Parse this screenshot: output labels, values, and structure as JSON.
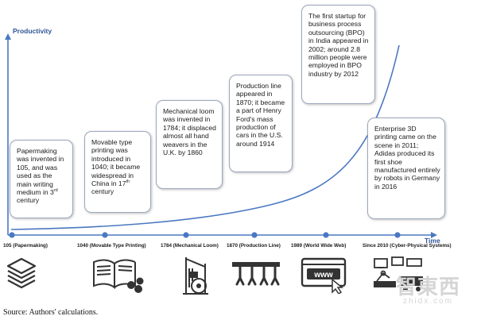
{
  "chart_data": {
    "type": "line",
    "ylabel": "Productivity",
    "xlabel": "Time",
    "grid": false,
    "milestones": [
      {
        "label": "105 (Papermaking)",
        "icon": "paper-stack-icon",
        "text": "Papermaking was invented in 105, and was used as the main writing medium in 3rd century"
      },
      {
        "label": "1040 (Movable Type Printing)",
        "icon": "open-book-icon",
        "text": "Movable type printing was introduced in 1040; it became widespread in China in 17th century"
      },
      {
        "label": "1784 (Mechanical Loom)",
        "icon": "loom-icon",
        "text": "Mechanical loom was invented in 1784; it displaced almost all hand weavers in the U.K. by 1860"
      },
      {
        "label": "1870 (Production Line)",
        "icon": "production-line-icon",
        "text": "Production line appeared in 1870; it became a part of Henry Ford's mass production of cars in the U.S. around 1914"
      },
      {
        "label": "1989 (World Wide Web)",
        "icon": "www-browser-icon",
        "text": "The first startup for business process outsourcing (BPO) in India appeared in 2002; around 2.8 million people were employed in BPO industry by 2012"
      },
      {
        "label": "Since 2010 (Cyber-Physical Systems)",
        "icon": "cyber-physical-icon",
        "text": "Enterprise 3D printing came on the scene in 2011; Adidas produced its first shoe manufactured entirely by robots in Germany in 2016"
      }
    ]
  },
  "www_text": "www",
  "source": "Source: Authors' calculations.",
  "watermark": {
    "big": "智東西",
    "small": "zhidx.com"
  }
}
